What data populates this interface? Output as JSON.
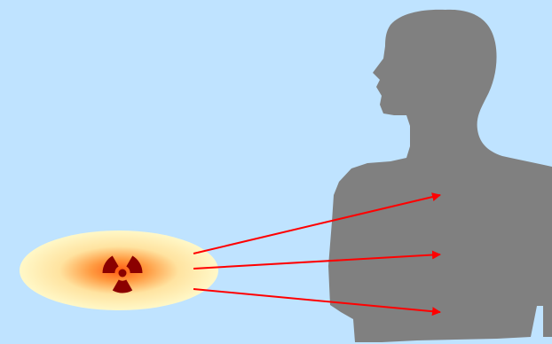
{
  "scene": {
    "background_color": "#bfe3ff",
    "silhouette_color": "#808080",
    "arrow_color": "#ff0000",
    "source_glow_outer": "#fff8c0",
    "source_glow_inner": "#ff6a1a",
    "radiation_symbol_color": "#8b0000"
  },
  "elements": {
    "source": {
      "icon": "radiation-trefoil-icon"
    },
    "target": {
      "icon": "human-silhouette-icon"
    },
    "rays": [
      {
        "name": "radiation-ray-upper",
        "direction": "source-to-body"
      },
      {
        "name": "radiation-ray-middle",
        "direction": "source-to-body"
      },
      {
        "name": "radiation-ray-lower",
        "direction": "source-to-body"
      }
    ]
  }
}
